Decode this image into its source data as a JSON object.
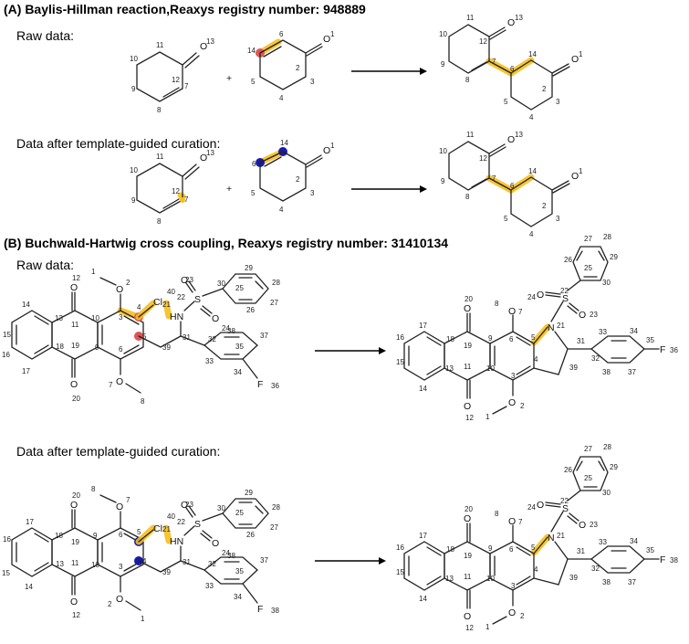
{
  "section_a": {
    "title": "(A) Baylis-Hillman reaction,Reaxys  registry number: 948889",
    "raw_label": "Raw data:",
    "curated_label": "Data after template-guided curation:"
  },
  "section_b": {
    "title": "(B) Buchwald-Hartwig cross coupling, Reaxys registry number: 31410134",
    "raw_label": "Raw data:",
    "curated_label": "Data after template-guided curation:"
  },
  "symbols": {
    "plus": "+",
    "oxygen": "O",
    "chlorine": "Cl",
    "nitrogen": "N",
    "amine": "HN",
    "sulfur": "S",
    "fluorine": "F"
  },
  "colors": {
    "highlight": "#f5bf1f",
    "red_marker": "#e05555",
    "blue_marker": "#1a1aa8"
  }
}
